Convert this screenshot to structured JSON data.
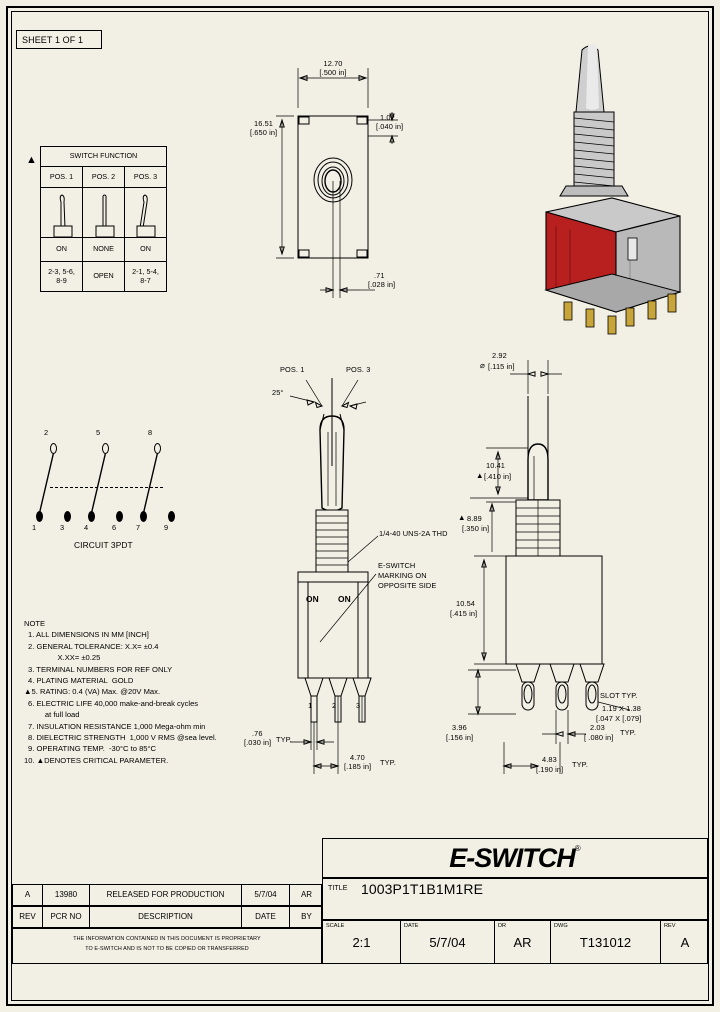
{
  "sheet": {
    "tag": "SHEET 1 OF 1"
  },
  "switch_function": {
    "title": "SWITCH FUNCTION",
    "critical_marker": "▲",
    "columns": [
      "POS. 1",
      "POS. 2",
      "POS. 3"
    ],
    "states": [
      "ON",
      "NONE",
      "ON"
    ],
    "circuits": [
      "2-3, 5-6,\n8-9",
      "OPEN",
      "2-1, 5-4,\n8-7"
    ]
  },
  "circuit_diagram": {
    "caption": "CIRCUIT 3PDT",
    "top_terminals": [
      "2",
      "5",
      "8"
    ],
    "bottom_terminals": [
      "1",
      "3",
      "4",
      "6",
      "7",
      "9"
    ]
  },
  "notes": {
    "heading": "NOTE",
    "items": [
      "1. ALL DIMENSIONS IN MM [INCH]",
      "2. GENERAL TOLERANCE: X.X= ±0.4",
      "              X.XX= ±0.25",
      "3. TERMINAL NUMBERS FOR REF ONLY",
      "4. PLATING MATERIAL  GOLD",
      "▲5. RATING: 0.4 (VA) Max. @20V Max.",
      "6. ELECTRIC LIFE 40,000 make-and-break cycles",
      "        at full load",
      "7. INSULATION RESISTANCE 1,000 Mega-ohm min",
      "8. DIELECTRIC STRENGTH  1,000 V RMS @sea level.",
      "9. OPERATING TEMP.  -30°C to 85°C",
      "10. ▲DENOTES CRITICAL PARAMETER."
    ]
  },
  "top_view": {
    "width_mm": "12.70",
    "width_in": "[.500 in]",
    "height_mm": "16.51",
    "height_in": "[.650 in]",
    "corner_mm": "1.02",
    "corner_in": "[.040 in]",
    "thickness_mm": ".71",
    "thickness_in": "[.028 in]"
  },
  "front_view": {
    "pos1_label": "POS. 1",
    "pos3_label": "POS. 3",
    "angle": "25°",
    "thread": "1/4-40 UNS-2A THD",
    "marking_note": "E-SWITCH\nMARKING ON\nOPPOSITE SIDE",
    "on_label_left": "ON",
    "on_label_right": "ON",
    "terminal_labels": [
      "1",
      "2",
      "3"
    ],
    "term_width_mm": ".76",
    "term_width_in": "[.030 in]",
    "term_width_typ": "TYP.",
    "pitch_mm": "4.70",
    "pitch_in": "[.185 in]",
    "pitch_typ": "TYP."
  },
  "side_view": {
    "tip_dia_sym": "⌀",
    "tip_dia_mm": "2.92",
    "tip_dia_in": "[.115 in]",
    "lever_mm": "10.41",
    "lever_in": "[.410 in]",
    "lever_marker": "▲",
    "thread_mm": "8.89",
    "thread_in": "[.350 in]",
    "thread_marker": "▲",
    "body_mm": "10.54",
    "body_in": "[.415 in]",
    "term_len_mm": "3.96",
    "term_len_in": "[.156 in]",
    "slot_label": "SLOT TYP.",
    "slot_mm": "1.19 X 1.38",
    "slot_in": "[.047 X [.079]",
    "term_th_mm": "2.03",
    "term_th_in": "[ .080 in]",
    "term_th_typ": "TYP.",
    "term_pitch_mm": "4.83",
    "term_pitch_in": "[.190 in]",
    "term_pitch_typ": "TYP."
  },
  "revision_table": {
    "rows": [
      {
        "rev": "A",
        "pcr_no": "13980",
        "description": "RELEASED FOR PRODUCTION",
        "date": "5/7/04",
        "by": "AR"
      }
    ],
    "headers": {
      "rev": "REV",
      "pcr_no": "PCR NO",
      "description": "DESCRIPTION",
      "date": "DATE",
      "by": "BY"
    }
  },
  "proprietary_notice": {
    "line1": "THE INFORMATION CONTAINED IN THIS DOCUMENT IS PROPRIETARY",
    "line2": "TO E-SWITCH AND IS NOT TO BE COPIED OR TRANSFERRED"
  },
  "title_block": {
    "logo_text": "E-SWITCH",
    "logo_reg": "®",
    "title_label": "TITLE",
    "title_value": "1003P1T1B1M1RE",
    "scale_label": "SCALE",
    "scale_value": "2:1",
    "date_label": "DATE",
    "date_value": "5/7/04",
    "dr_label": "DR",
    "dr_value": "AR",
    "dwg_label": "DWG",
    "dwg_value": "T131012",
    "rev_label": "REV",
    "rev_value": "A"
  },
  "colors": {
    "paper": "#f2f0e4",
    "ink": "#000000",
    "body_red": "#b81f1f",
    "body_gray": "#b9b9b9",
    "metal": "#d8d8d8",
    "pin_gold": "#c8a53a"
  }
}
